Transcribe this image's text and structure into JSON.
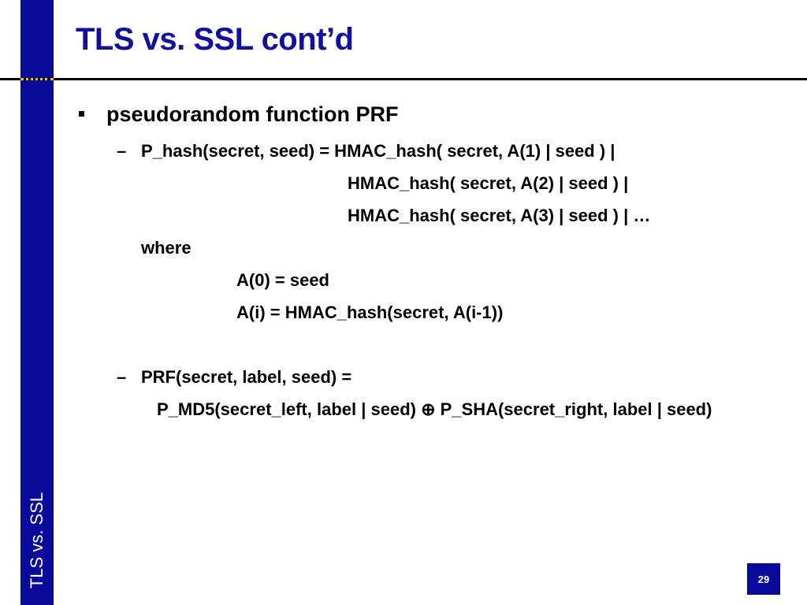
{
  "slide": {
    "title": "TLS vs. SSL cont’d",
    "side_label": "TLS vs. SSL",
    "page_number": "29"
  },
  "content": {
    "bullet1": "pseudorandom function PRF",
    "dash1_lines": [
      "P_hash(secret, seed) = HMAC_hash( secret, A(1) | seed ) |",
      "HMAC_hash( secret, A(2) | seed ) |",
      "HMAC_hash( secret, A(3) | seed ) | …",
      "where",
      "A(0) = seed",
      "A(i) = HMAC_hash(secret, A(i-1))"
    ],
    "dash2_lines": [
      "PRF(secret, label, seed) =",
      "P_MD5(secret_left, label | seed) ⊕ P_SHA(secret_right, label | seed)"
    ]
  },
  "colors": {
    "sidebar": "#0a0a9a",
    "title": "#1010a0",
    "dots": "#f2c500"
  }
}
